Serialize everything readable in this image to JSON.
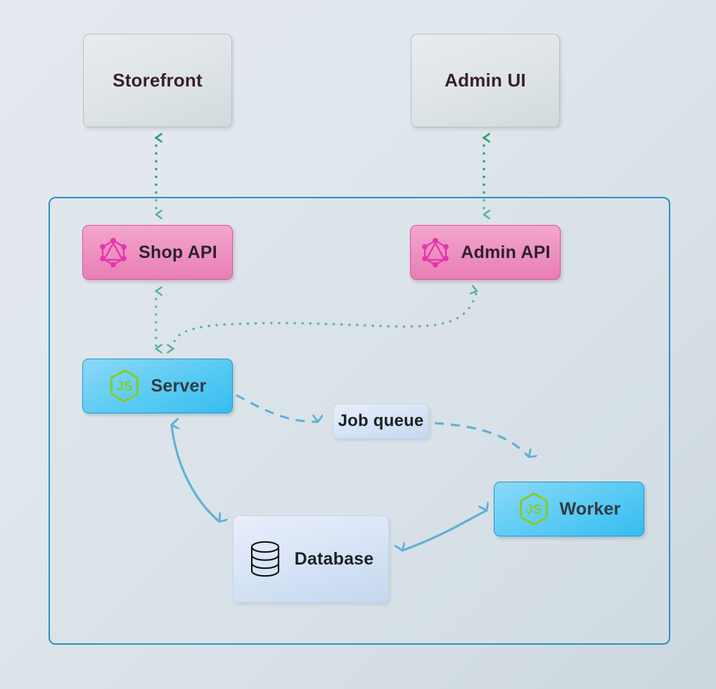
{
  "diagram": {
    "title": "Vendure architecture diagram",
    "type": "architecture-flow",
    "boundary": {
      "name": "vendure-server-boundary",
      "label": ""
    },
    "colors": {
      "background_top_left": "#e4e9ef",
      "background_bottom_right": "#ccd7de",
      "boundary_border": "#2d8fc0",
      "client_node_fill": "#dfe5e8",
      "api_node_fill": "#ef9ac6",
      "runtime_node_fill": "#62cdf4",
      "infra_node_fill": "#dbe6f7",
      "graphql_icon": "#e535ab",
      "nodejs_icon": "#83cd29",
      "dotted_edge": "#27a06e",
      "solid_edge": "#2e9bcd",
      "dashed_edge": "#2e9bcd",
      "database_icon": "#111111"
    },
    "nodes": [
      {
        "id": "storefront",
        "label": "Storefront",
        "kind": "client",
        "icon": "none"
      },
      {
        "id": "adminui",
        "label": "Admin UI",
        "kind": "client",
        "icon": "none"
      },
      {
        "id": "shopapi",
        "label": "Shop API",
        "kind": "api",
        "icon": "graphql-icon"
      },
      {
        "id": "adminapi",
        "label": "Admin API",
        "kind": "api",
        "icon": "graphql-icon"
      },
      {
        "id": "server",
        "label": "Server",
        "kind": "runtime",
        "icon": "nodejs-icon"
      },
      {
        "id": "jobqueue",
        "label": "Job queue",
        "kind": "infra",
        "icon": "none"
      },
      {
        "id": "worker",
        "label": "Worker",
        "kind": "runtime",
        "icon": "nodejs-icon"
      },
      {
        "id": "database",
        "label": "Database",
        "kind": "infra",
        "icon": "database-cylinder-icon"
      }
    ],
    "edges": [
      {
        "id": "storefront-shopapi",
        "from": "Storefront",
        "to": "Shop API",
        "style": "dotted",
        "color": "#27a06e",
        "direction": "bidirectional"
      },
      {
        "id": "adminui-adminapi",
        "from": "Admin UI",
        "to": "Admin API",
        "style": "dotted",
        "color": "#27a06e",
        "direction": "bidirectional"
      },
      {
        "id": "shopapi-server",
        "from": "Shop API",
        "to": "Server",
        "style": "dotted",
        "color": "#27a06e",
        "direction": "bidirectional"
      },
      {
        "id": "server-adminapi",
        "from": "Server",
        "to": "Admin API",
        "style": "dotted",
        "color": "#27a06e",
        "direction": "bidirectional"
      },
      {
        "id": "server-jobqueue",
        "from": "Server",
        "to": "Job queue",
        "style": "dashed",
        "color": "#2e9bcd",
        "direction": "forward"
      },
      {
        "id": "jobqueue-worker",
        "from": "Job queue",
        "to": "Worker",
        "style": "dashed",
        "color": "#2e9bcd",
        "direction": "forward"
      },
      {
        "id": "server-database",
        "from": "Server",
        "to": "Database",
        "style": "solid",
        "color": "#2e9bcd",
        "direction": "bidirectional"
      },
      {
        "id": "database-worker",
        "from": "Database",
        "to": "Worker",
        "style": "solid",
        "color": "#2e9bcd",
        "direction": "bidirectional"
      }
    ]
  }
}
